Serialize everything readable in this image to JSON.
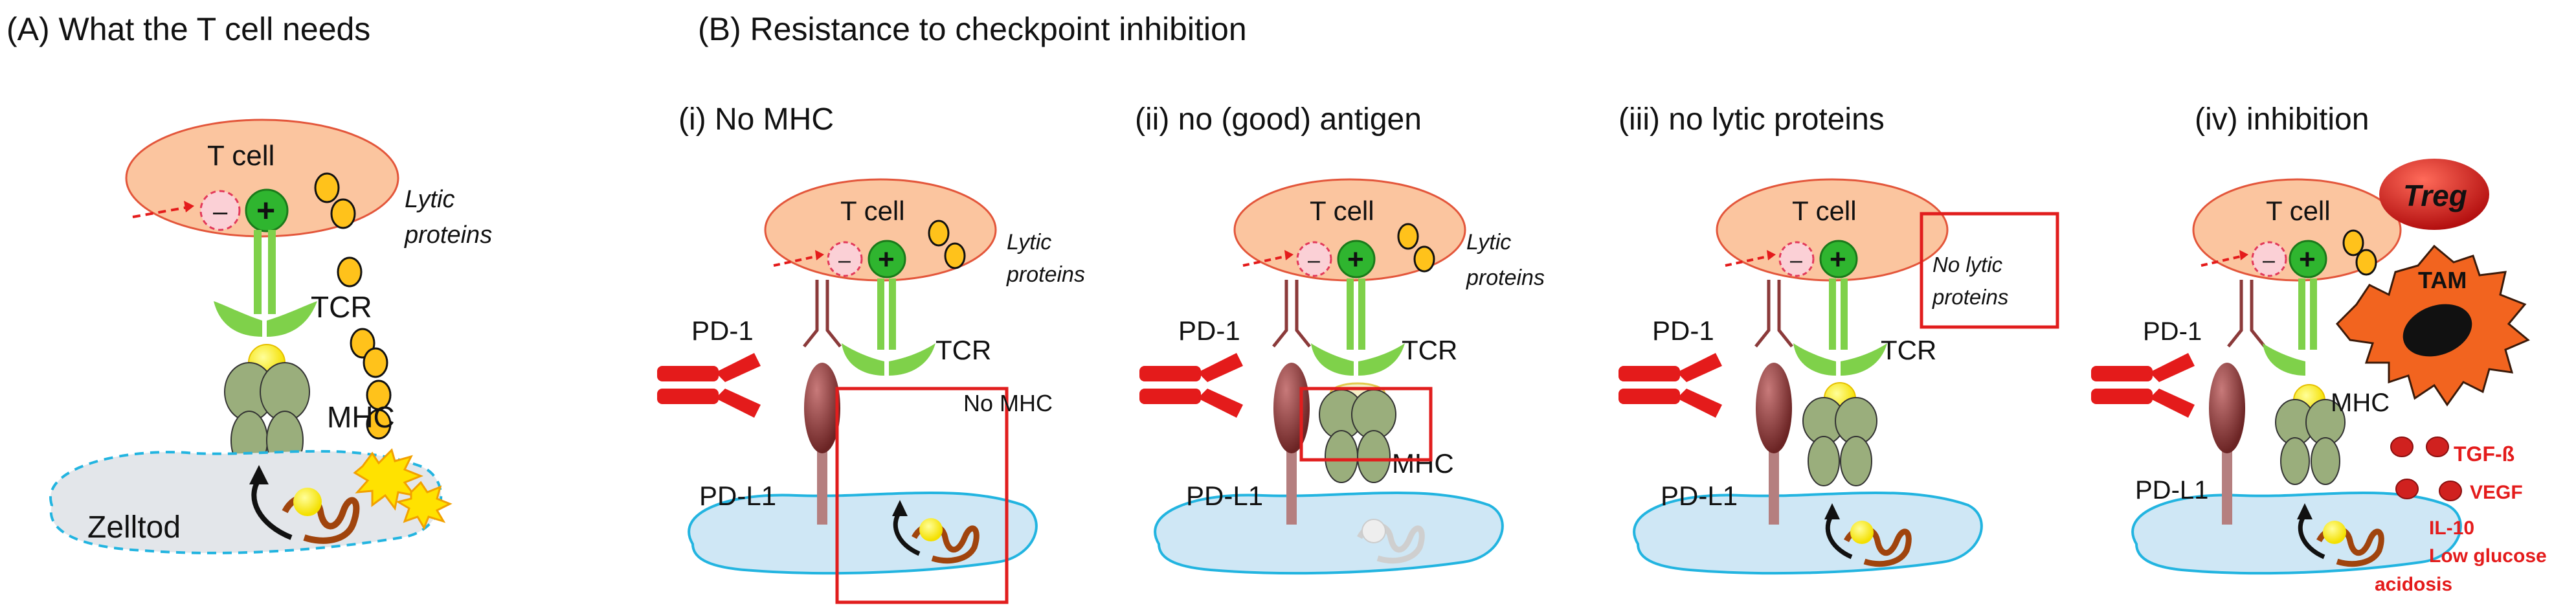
{
  "panelA": {
    "heading": "(A)  What the T cell needs",
    "tcell": "T cell",
    "plus": "+",
    "minus": "–",
    "lytic1": "Lytic",
    "lytic2": "proteins",
    "tcr": "TCR",
    "mhc": "MHC",
    "zelltod": "Zelltod"
  },
  "panelB": {
    "heading": "(B)  Resistance to checkpoint inhibition",
    "sub": [
      {
        "title": "(i) No MHC",
        "tcell": "T cell",
        "lytic1": "Lytic",
        "lytic2": "proteins",
        "pd1": "PD-1",
        "pdl1": "PD-L1",
        "tcr": "TCR",
        "box_label": "No MHC"
      },
      {
        "title": "(ii) no (good) antigen",
        "tcell": "T cell",
        "lytic1": "Lytic",
        "lytic2": "proteins",
        "pd1": "PD-1",
        "pdl1": "PD-L1",
        "tcr": "TCR",
        "mhc": "MHC"
      },
      {
        "title": "(iii) no lytic proteins",
        "tcell": "T cell",
        "box1": "No lytic",
        "box2": "proteins",
        "pd1": "PD-1",
        "pdl1": "PD-L1",
        "tcr": "TCR"
      },
      {
        "title": "(iv) inhibition",
        "tcell": "T cell",
        "pd1": "PD-1",
        "pdl1": "PD-L1",
        "mhc": "MHC",
        "treg": "Treg",
        "tam": "TAM",
        "factors": [
          "TGF-ß",
          "VEGF",
          "IL-10",
          "Low glucose",
          "acidosis"
        ]
      }
    ]
  },
  "colors": {
    "tcell_fill": "#fbc59f",
    "tcell_stroke": "#e3563b",
    "plus_green": "#2fb52f",
    "tcr_green": "#7fd14a",
    "lytic_yellow": "#ffc21b",
    "tumor_blue": "#cfe7f5",
    "tumor_stroke": "#22b4e0",
    "pd1_red": "#e41b1b",
    "pdl1_brown": "#8b3a3a",
    "mhc_green": "#8ba66a",
    "box_red": "#e11d1d",
    "treg_red": "#d0211f",
    "tam_orange": "#f2641f"
  },
  "icons": [
    "t-cell-icon",
    "plus-receptor-icon",
    "minus-receptor-icon",
    "tcr-icon",
    "mhc-icon",
    "lytic-granule-icon",
    "tumor-cell-icon",
    "dna-icon",
    "pd1-icon",
    "pdl1-icon",
    "antibody-icon",
    "treg-icon",
    "tam-icon",
    "explosion-icon"
  ]
}
